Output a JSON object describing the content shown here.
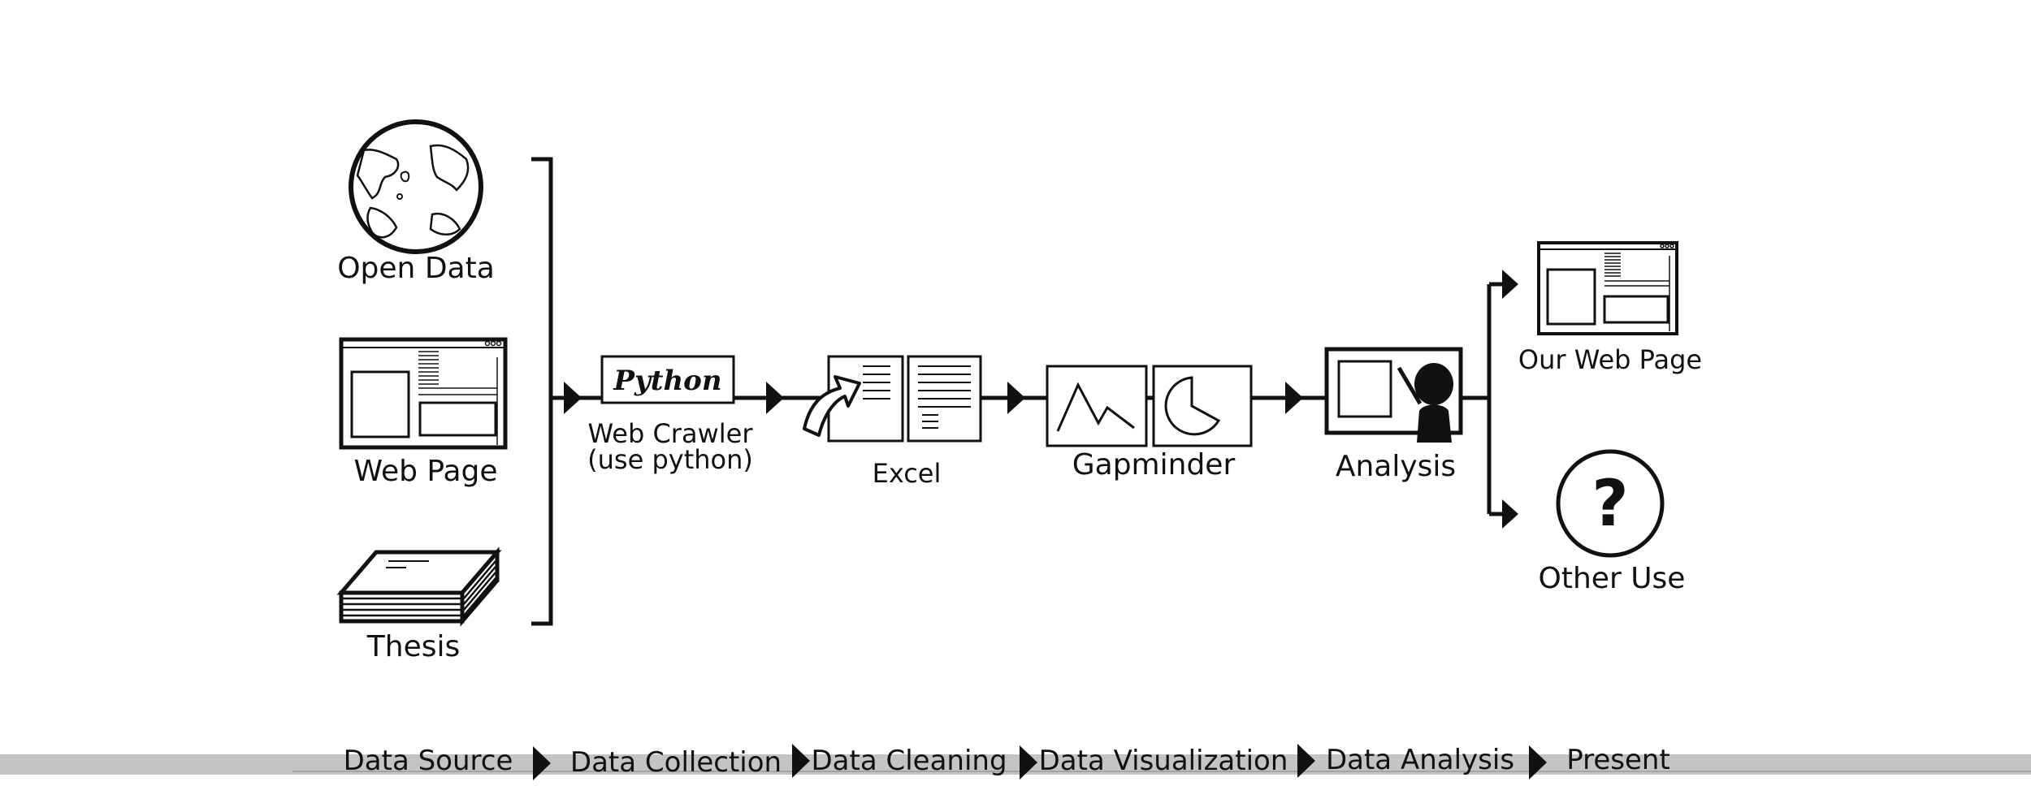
{
  "sources": {
    "open_data": "Open Data",
    "web_page": "Web Page",
    "thesis": "Thesis"
  },
  "crawler": {
    "logo_text": "Python",
    "label_line1": "Web Crawler",
    "label_line2": "(use python)"
  },
  "excel": {
    "label": "Excel"
  },
  "gapminder": {
    "label": "Gapminder"
  },
  "analysis": {
    "label": "Analysis"
  },
  "outputs": {
    "our_web_page": "Our Web Page",
    "other_use": "Other Use",
    "question_mark": "?"
  },
  "stages": [
    "Data Source",
    "Data Collection",
    "Data Cleaning",
    "Data Visualization",
    "Data Analysis",
    "Present"
  ],
  "colors": {
    "line": "#111111",
    "stage_bar": "#c4c4c4",
    "background": "#ffffff"
  },
  "icons": {
    "open_data": "globe-icon",
    "web_page": "browser-window-icon",
    "thesis": "document-stack-icon",
    "excel": "export-document-icon",
    "gapminder": "chart-icon",
    "analysis": "presenter-icon",
    "other_use": "question-icon"
  }
}
